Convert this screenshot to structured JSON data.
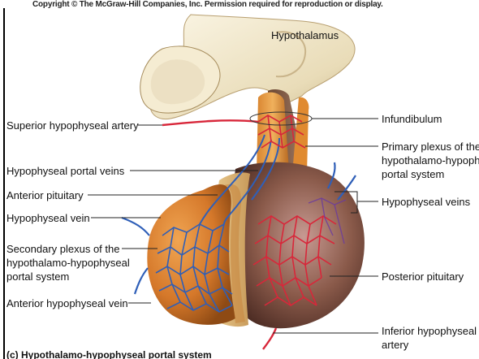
{
  "copyright": "Copyright © The McGraw-Hill Companies, Inc. Permission required for reproduction or display.",
  "labels": {
    "hypothalamus": "Hypothalamus",
    "superior_hypophyseal_artery": "Superior hypophyseal artery",
    "hypophyseal_portal_veins": "Hypophyseal portal veins",
    "anterior_pituitary": "Anterior pituitary",
    "hypophyseal_vein": "Hypophyseal vein",
    "secondary_plexus": [
      "Secondary plexus of the",
      "hypothalamo-hypophyseal",
      "portal system"
    ],
    "anterior_hypophyseal_vein": "Anterior hypophyseal vein",
    "infundibulum": "Infundibulum",
    "primary_plexus": [
      "Primary plexus of the",
      "hypothalamo-hypophyseal",
      "portal system"
    ],
    "hypophyseal_veins": "Hypophyseal veins",
    "posterior_pituitary": "Posterior pituitary",
    "inferior_hypophyseal_artery": [
      "Inferior hypophyseal",
      "artery"
    ]
  },
  "caption": "(c) Hypothalamo-hypophyseal portal system",
  "colors": {
    "artery": "#d8273a",
    "vein": "#2f5fb8",
    "anterior_lobe": "#d5782a",
    "posterior_lobe": "#8a5a4a",
    "hypothalamus": "#efe6cf"
  }
}
